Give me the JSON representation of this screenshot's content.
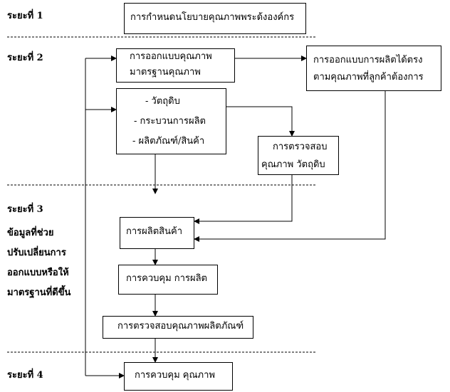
{
  "phases": {
    "p1": "ระยะที่ 1",
    "p2": "ระยะที่ 2",
    "p3": "ระยะที่ 3",
    "p4": "ระยะที่ 4"
  },
  "side_note": [
    "ข้อมูลที่ช่วย",
    "ปรับเปลี่ยนการ",
    "ออกแบบหรือให้",
    "มาตรฐานที่ดีขึ้น"
  ],
  "boxes": {
    "policy": "การกำหนดนโยบายคุณภาพพระด้งองค์กร",
    "design_quality": [
      "การออกแบบคุณภาพ",
      "มาตรฐานคุณภาพ"
    ],
    "design_product": [
      "การออกแบบการผลิตได้ตรง",
      "ตามคุณภาพที่ลูกค้าต้องการ"
    ],
    "inputs": [
      "-  วัตถุดิบ",
      "-  กระบวนการผลิต",
      "-  ผลิตภัณฑ์/สินค้า"
    ],
    "inspect_materials": [
      "การตรวจสอบ",
      "คุณภาพ  วัตถุดิบ"
    ],
    "production": "การผลิตสินค้า",
    "production_control": "การควบคุม การผลิต",
    "product_inspection": "การตรวจสอบคุณภาพผลิตภัณฑ์",
    "quality_control": "การควบคุม คุณภาพ"
  }
}
